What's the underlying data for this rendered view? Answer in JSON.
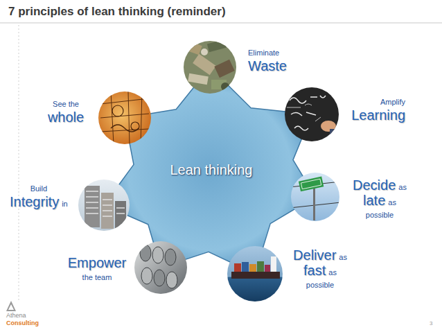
{
  "diagram": {
    "title": "7 principles of lean thinking (reminder)",
    "nodes": [
      {
        "text": [
          "Lean thinking"
        ]
      },
      {
        "text": [
          "Eliminate",
          "Waste"
        ]
      },
      {
        "text": [
          "Amplify",
          "Learning"
        ]
      },
      {
        "text": [
          "Decide",
          "as",
          "late",
          "as",
          "possible"
        ]
      },
      {
        "text": [
          "Deliver",
          "as",
          "fast",
          "as",
          "possible"
        ]
      },
      {
        "text": [
          "Empower",
          "the team"
        ]
      },
      {
        "text": [
          "Build",
          "Integrity",
          "in"
        ]
      },
      {
        "text": [
          "See the",
          "whole"
        ]
      }
    ],
    "labels": [
      "Athena",
      "Consulting",
      "3"
    ]
  }
}
